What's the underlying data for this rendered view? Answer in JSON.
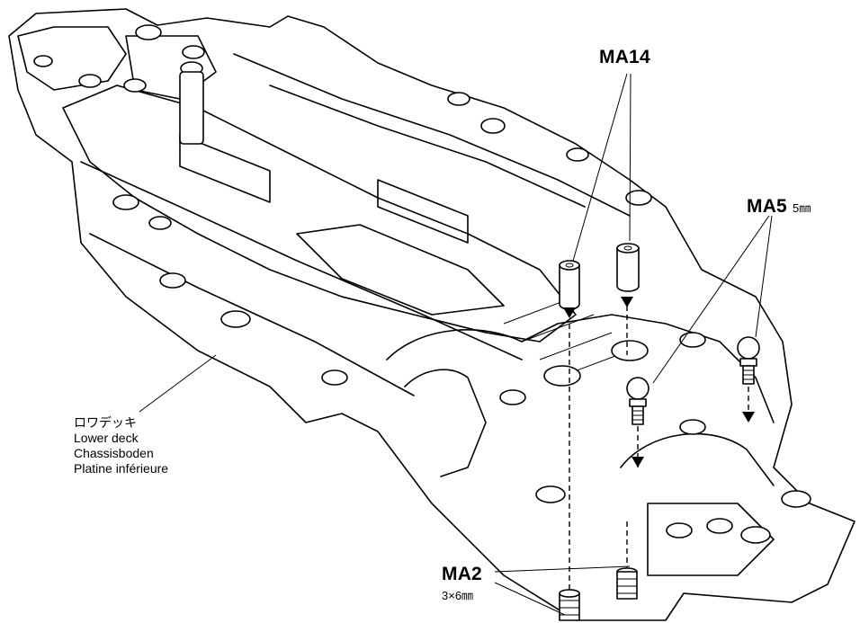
{
  "labels": {
    "ma14": {
      "code": "MA14"
    },
    "ma5": {
      "code": "MA5",
      "size": "5㎜"
    },
    "ma2": {
      "code": "MA2",
      "size": "3×6㎜"
    },
    "lower_deck": {
      "ja": "ロワデッキ",
      "en": "Lower deck",
      "de": "Chassisboden",
      "fr": "Platine inférieure"
    }
  },
  "colors": {
    "line": "#000000",
    "fill": "#ffffff"
  }
}
